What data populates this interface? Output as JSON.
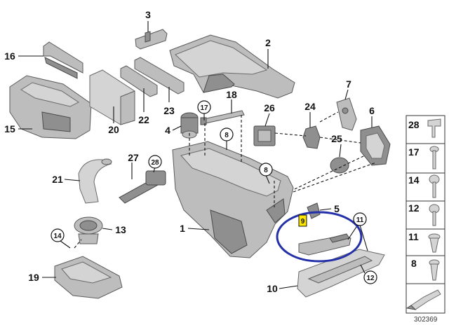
{
  "callouts": [
    "3",
    "2",
    "16",
    "15",
    "20",
    "22",
    "23",
    "18",
    "17",
    "4",
    "26",
    "24",
    "7",
    "6",
    "8",
    "8",
    "25",
    "21",
    "27",
    "28",
    "1",
    "5",
    "11",
    "14",
    "13",
    "19",
    "10",
    "12"
  ],
  "highlight_label": "9",
  "panel": [
    "28",
    "17",
    "14",
    "12",
    "11",
    "8"
  ],
  "diagram_number": "302369",
  "colors": {
    "highlight": "#ffe600",
    "ring": "#2430a8"
  }
}
